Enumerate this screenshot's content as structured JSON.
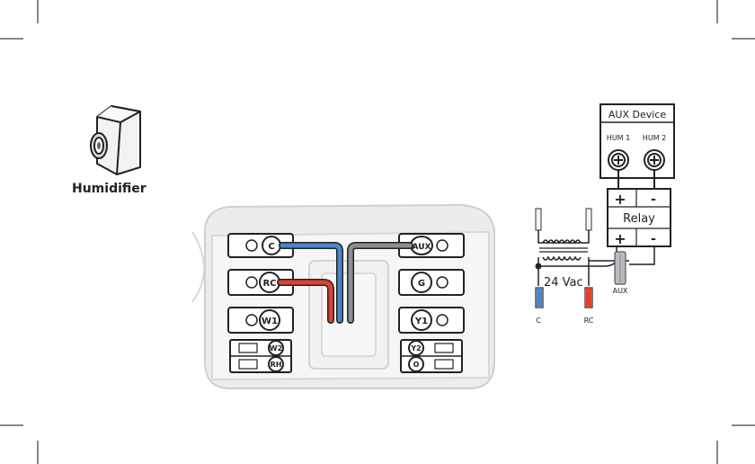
{
  "device": {
    "label": "Humidifier",
    "icon": "humidifier-icon"
  },
  "aux_device": {
    "title": "AUX Device",
    "terminals": [
      "HUM 1",
      "HUM 2"
    ]
  },
  "relay": {
    "label": "Relay",
    "top_left": "+",
    "top_right": "-",
    "bottom_left": "+",
    "bottom_right": "-"
  },
  "transformer": {
    "label": "24 Vac",
    "wire_labels": {
      "c": "C",
      "rc": "RC",
      "aux": "AUX"
    }
  },
  "thermostat": {
    "left_terminals": [
      "C",
      "RC",
      "W1"
    ],
    "left_stacked": [
      "W2",
      "RH"
    ],
    "right_terminals": [
      "AUX",
      "G",
      "Y1"
    ],
    "right_stacked": [
      "Y2",
      "O"
    ]
  },
  "colors": {
    "c_wire": "#4a86c8",
    "rc_wire": "#e0412e",
    "aux_wire": "#8a8d93",
    "outline": "#222222"
  }
}
